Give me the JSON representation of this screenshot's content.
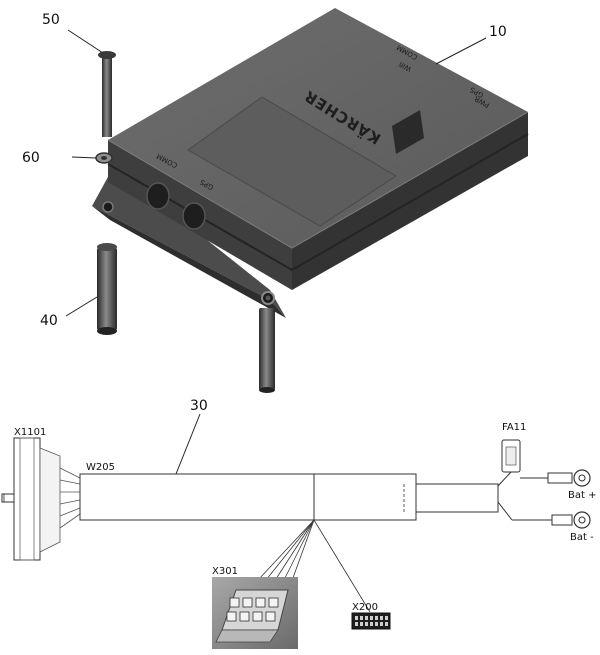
{
  "callouts": {
    "top": [
      "50",
      "10",
      "60",
      "40"
    ],
    "harness": "30"
  },
  "control_box": {
    "brand": "KÄRCHER",
    "ports": {
      "wifi": "Wifi",
      "comm": "COMM",
      "pwr": "PWR",
      "gps": "GPS",
      "comm_left": "COMM",
      "gps_left": "GPS"
    }
  },
  "connectors": {
    "x1101": "X1101",
    "w205": "W205",
    "fa11": "FA11",
    "bat_plus": "Bat +",
    "bat_minus": "Bat -",
    "x301": "X301",
    "x200": "X200"
  }
}
